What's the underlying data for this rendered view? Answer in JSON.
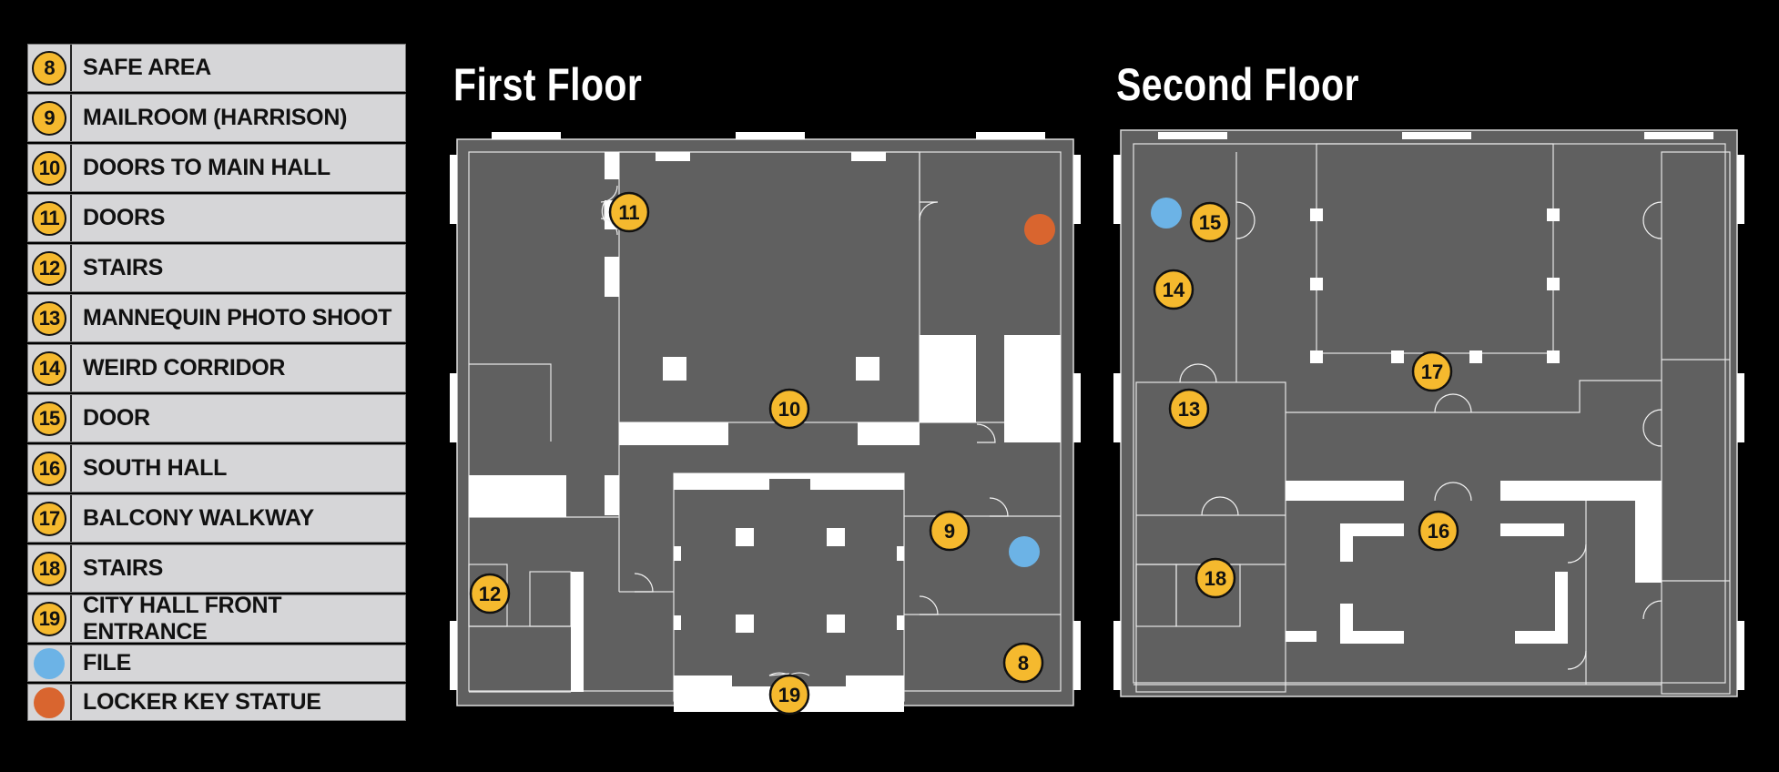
{
  "colors": {
    "badge": "#f5b92e",
    "file": "#6cb3e6",
    "locker": "#d9652f",
    "floor": "#606060",
    "wall": "#ffffff",
    "background": "#000000"
  },
  "legend": [
    {
      "marker": "8",
      "label": "SAFE AREA"
    },
    {
      "marker": "9",
      "label": "MAILROOM (HARRISON)"
    },
    {
      "marker": "10",
      "label": "DOORS TO MAIN HALL"
    },
    {
      "marker": "11",
      "label": "DOORS"
    },
    {
      "marker": "12",
      "label": "STAIRS"
    },
    {
      "marker": "13",
      "label": "MANNEQUIN PHOTO SHOOT"
    },
    {
      "marker": "14",
      "label": "WEIRD CORRIDOR"
    },
    {
      "marker": "15",
      "label": "DOOR"
    },
    {
      "marker": "16",
      "label": "SOUTH HALL"
    },
    {
      "marker": "17",
      "label": "BALCONY WALKWAY"
    },
    {
      "marker": "18",
      "label": "STAIRS"
    },
    {
      "marker": "19",
      "label": "CITY HALL FRONT ENTRANCE"
    },
    {
      "marker_icon": "blue-dot-icon",
      "label": "FILE"
    },
    {
      "marker_icon": "orange-dot-icon",
      "label": "LOCKER KEY STATUE"
    }
  ],
  "floors": {
    "first": {
      "title": "First Floor",
      "markers": [
        "11",
        "10",
        "9",
        "12",
        "19",
        "8"
      ],
      "icons": [
        "orange-dot-icon",
        "blue-dot-icon"
      ]
    },
    "second": {
      "title": "Second Floor",
      "markers": [
        "15",
        "14",
        "13",
        "17",
        "16",
        "18"
      ],
      "icons": [
        "blue-dot-icon"
      ]
    }
  }
}
